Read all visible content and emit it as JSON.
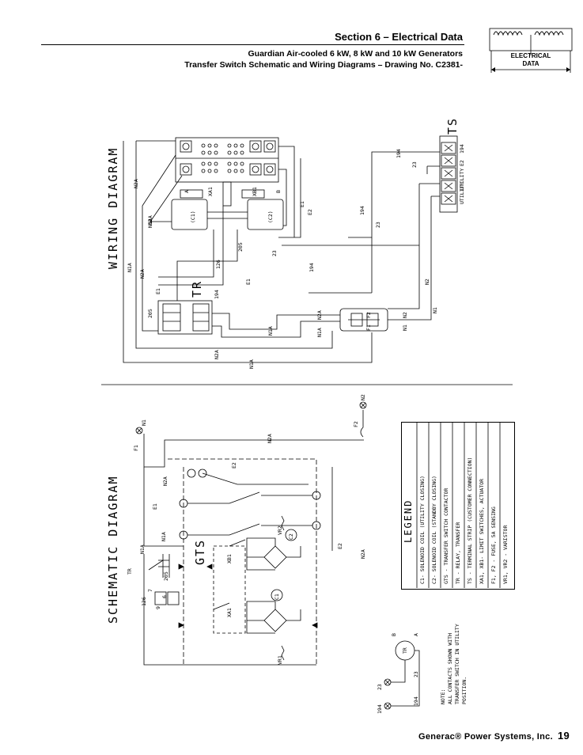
{
  "header": {
    "section": "Section 6 – Electrical Data",
    "subtitle1": "Guardian Air-cooled 6 kW, 8 kW and 10 kW Generators",
    "subtitle2": "Transfer Switch Schematic and Wiring Diagrams – Drawing No. C2381-",
    "logo_line1": "ELECTRICAL",
    "logo_line2": "DATA"
  },
  "wiring": {
    "title": "WIRING DIAGRAM",
    "ts_label": "TS",
    "tr_label": "TR",
    "c1": "(C1)",
    "c2": "(C2)",
    "terminals": [
      "194",
      "E2",
      "UTILITY",
      "UTILITY"
    ],
    "wires": {
      "n1a": "N1A",
      "n2a": "N2A",
      "e1": "E1",
      "e2": "E2",
      "w23": "23",
      "w194": "194",
      "w126": "126",
      "w205": "205",
      "n1": "N1",
      "n2": "N2",
      "f1": "F1",
      "f2": "F2",
      "xa1": "XA1",
      "xb1": "XB1",
      "a": "A",
      "b": "B"
    }
  },
  "schematic": {
    "title": "SCHEMATIC DIAGRAM",
    "gts": "GTS",
    "labels": {
      "tr": "TR",
      "n1a": "N1A",
      "n1": "N1",
      "n2": "N2",
      "n2a": "N2A",
      "e1": "E1",
      "e2": "E2",
      "f1": "F1",
      "f2": "F2",
      "w126": "126",
      "w205": "205",
      "w7": "7",
      "w6": "6",
      "w9": "9",
      "xb1": "XB1",
      "xa1": "XA1",
      "vr1": "VR1",
      "vr2": "VR2",
      "c1": "C1",
      "c2": "C2",
      "w23": "23",
      "w194": "194",
      "a": "A",
      "b": "B"
    },
    "note": [
      "NOTE:",
      "ALL CONTACTS SHOWN WITH",
      "TRANSFER SWITCH IN UTILITY",
      "POSITION."
    ]
  },
  "legend": {
    "title": "LEGEND",
    "items": [
      "C1- SOLENOID COIL (UTILITY CLOSING)",
      "C2- SOLENOID COIL (STANDBY CLOSING)",
      "GTS - TRANSFER SWITCH CONTACTOR",
      "TR - RELAY, TRANSFER",
      "TS - TERMINAL STRIP (CUSTOMER CONNECTION)",
      "XA1, XB1- LIMIT SWITCHES, ACTUATOR",
      "F1, F2 - FUSE, 5A SENSING",
      "VR1, VR2 - VARISTOR"
    ]
  },
  "footer": {
    "company": "Generac® Power Systems, Inc.",
    "page": "19"
  }
}
